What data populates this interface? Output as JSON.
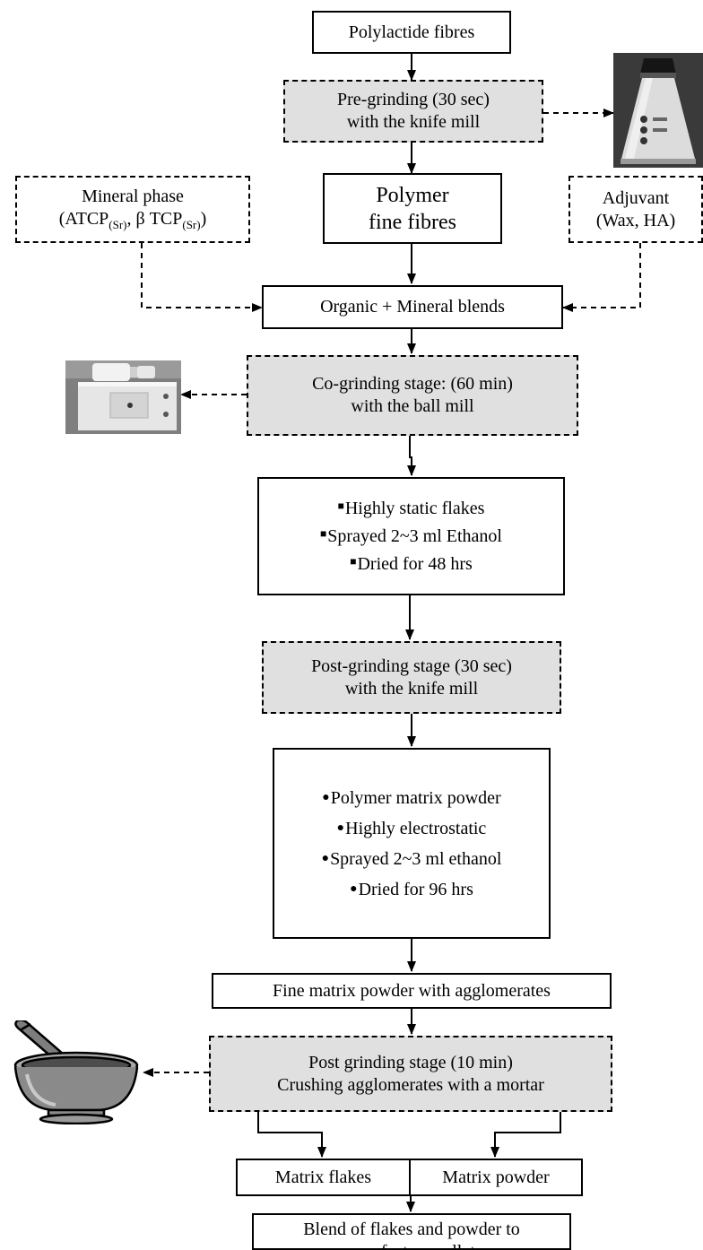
{
  "nodes": {
    "polylactide": "Polylactide fibres",
    "pregrinding": [
      "Pre-grinding (30 sec)",
      "with the knife mill"
    ],
    "polymer_fine": [
      "Polymer",
      "fine fibres"
    ],
    "mineral": {
      "line1": "Mineral phase",
      "open": "(ATCP",
      "sub1": "(Sr)",
      "mid": ", β TCP",
      "sub2": "(Sr)",
      "close": ")"
    },
    "adjuvant": [
      "Adjuvant",
      "(Wax, HA)"
    ],
    "organic": "Organic + Mineral blends",
    "cogrinding": [
      "Co-grinding stage: (60 min)",
      "with the ball mill"
    ],
    "flakes_notes": [
      "Highly static flakes",
      "Sprayed 2~3 ml Ethanol",
      "Dried for 48 hrs"
    ],
    "postgrinding": [
      "Post-grinding stage (30 sec)",
      "with the knife mill"
    ],
    "matrix_notes": [
      "Polymer matrix powder",
      "Highly electrostatic",
      "Sprayed 2~3 ml ethanol",
      "Dried for 96 hrs"
    ],
    "fine_matrix": "Fine matrix powder with agglomerates",
    "post_mortar": [
      "Post grinding stage (10 min)",
      "Crushing agglomerates with a mortar"
    ],
    "matrix_flakes": "Matrix flakes",
    "matrix_powder": "Matrix powder",
    "blend": [
      "Blend of flakes and powder to",
      "manufacture pellets"
    ]
  },
  "bullets": {
    "square": "■",
    "dot": "●"
  },
  "colors": {
    "process_fill": "#e0e0e0",
    "line": "#000000"
  },
  "icons": [
    "knife-mill-photo",
    "ball-mill-photo",
    "mortar-and-pestle-icon"
  ]
}
